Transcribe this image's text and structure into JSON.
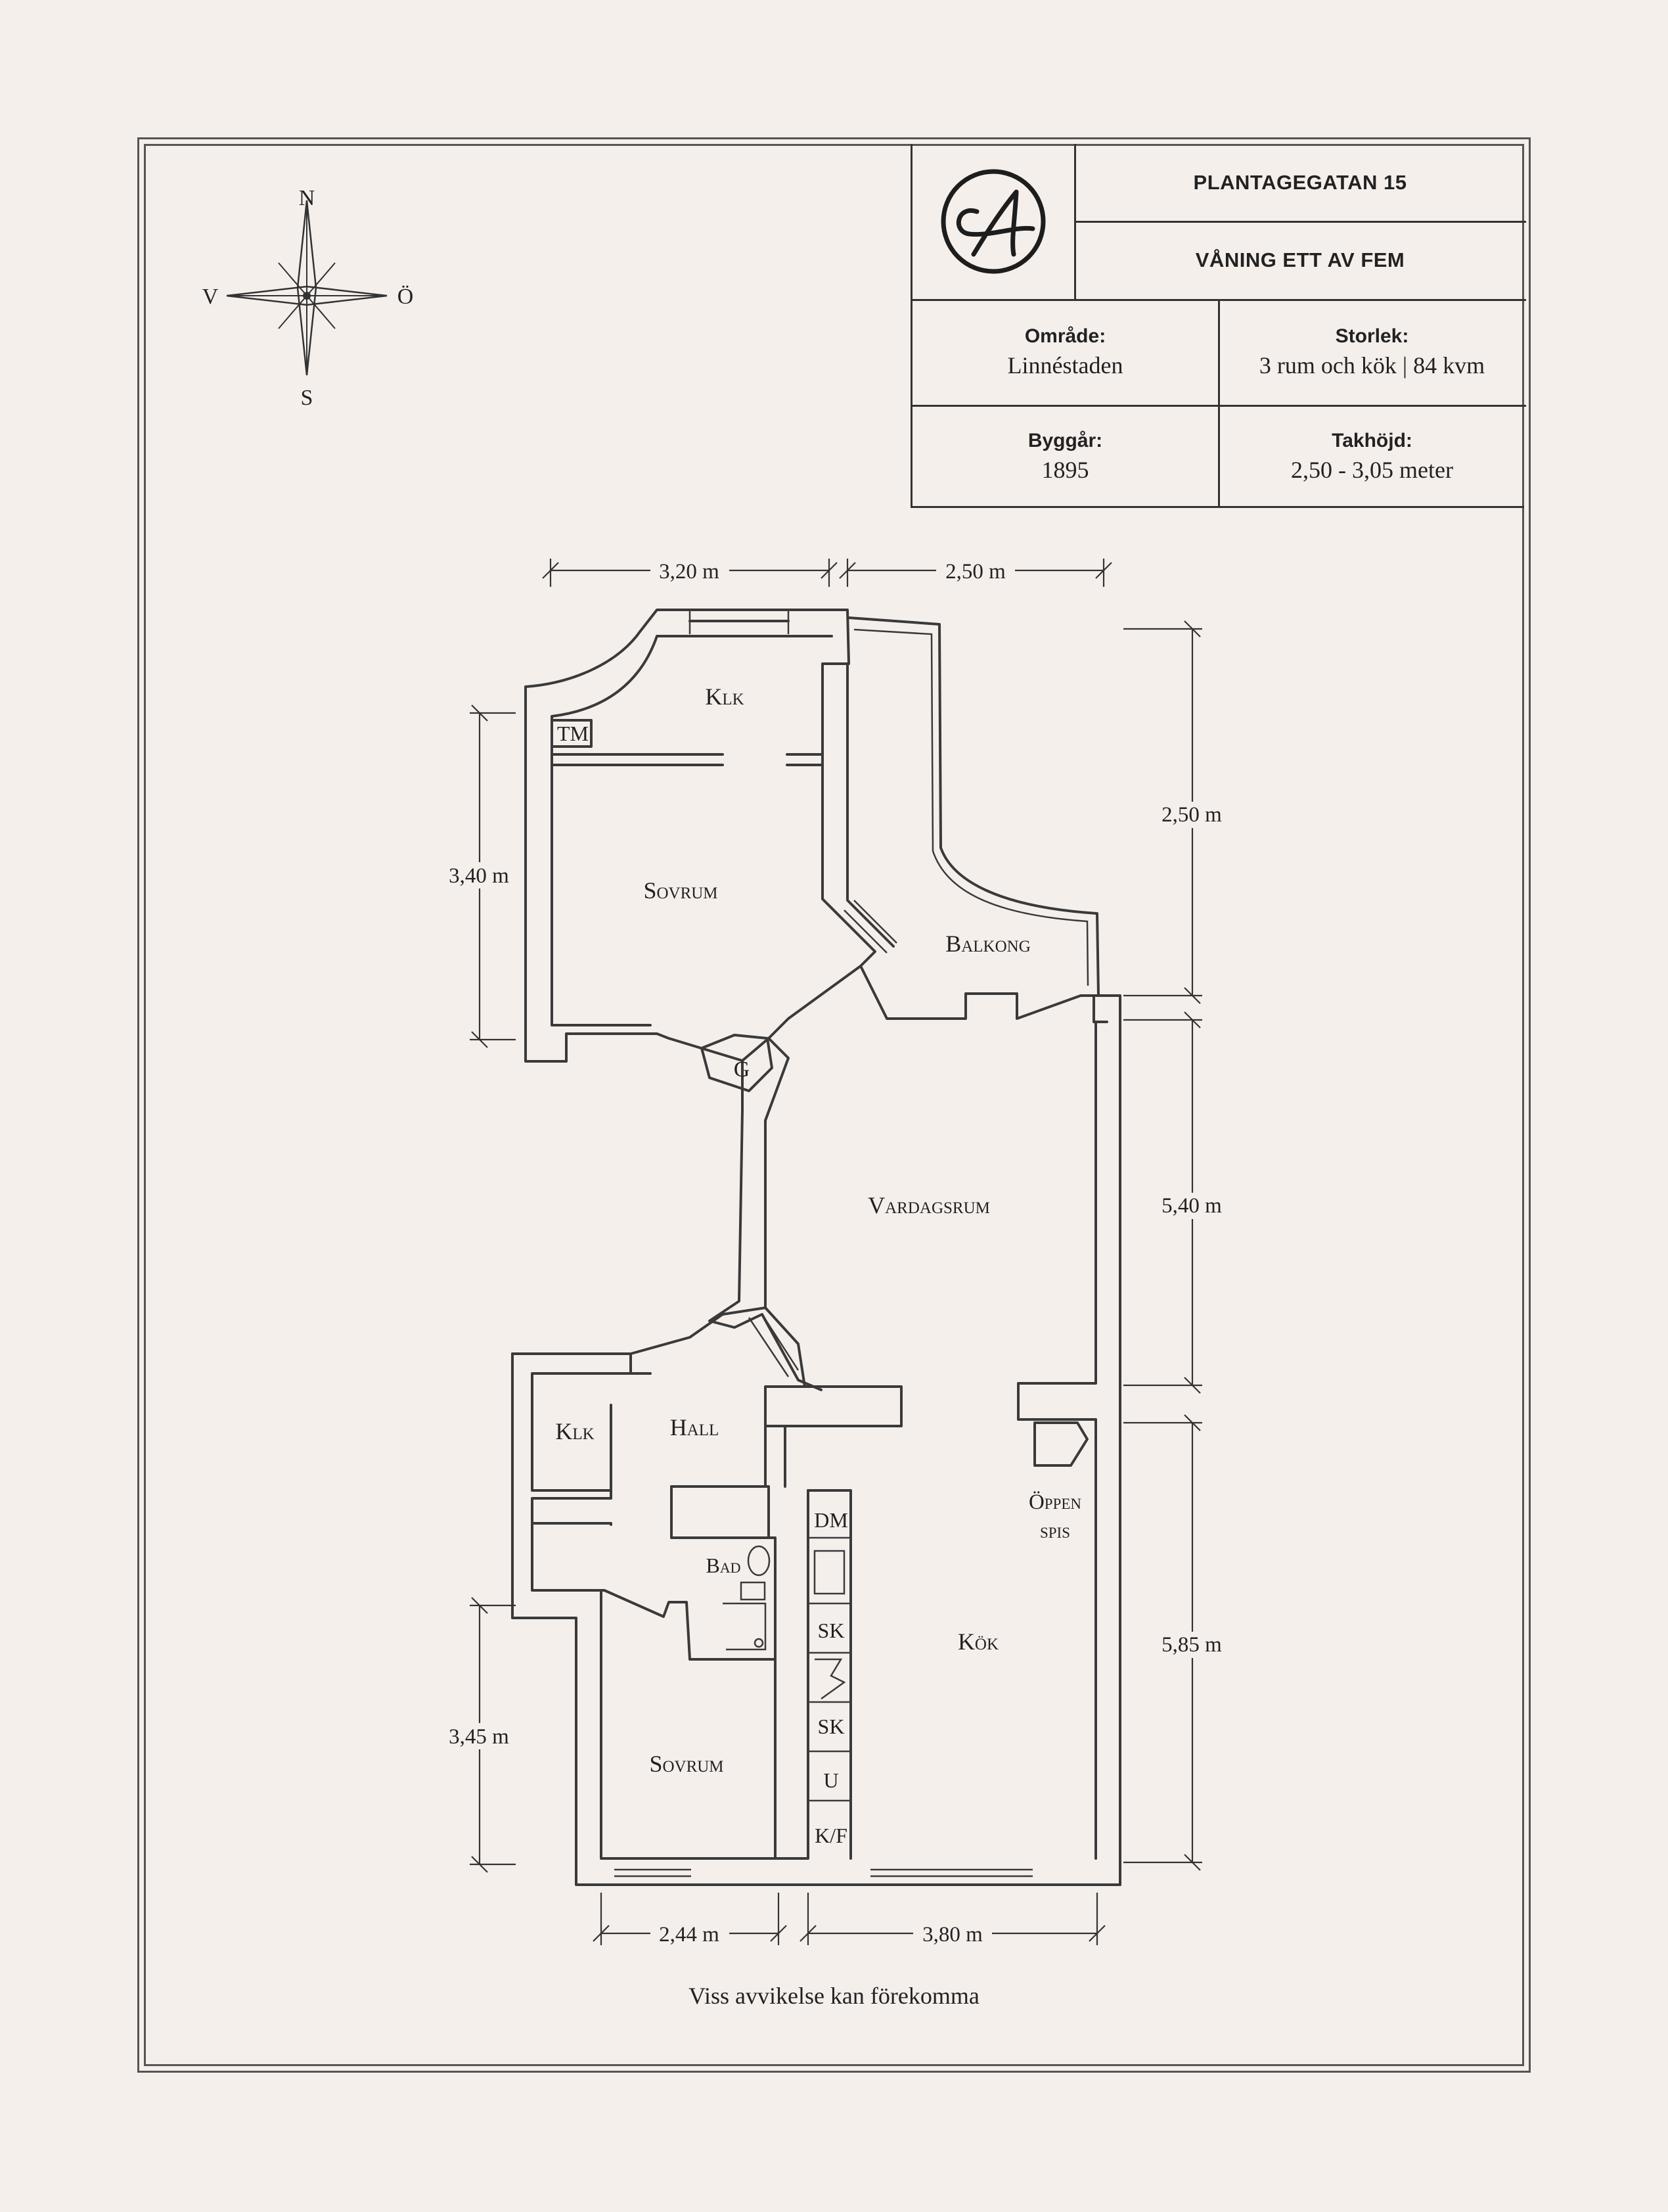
{
  "title_block": {
    "address": "PLANTAGEGATAN 15",
    "floor": "VÅNING ETT AV FEM",
    "area_label": "Område:",
    "area_value": "Linnéstaden",
    "size_label": "Storlek:",
    "size_value": "3 rum och kök | 84 kvm",
    "year_label": "Byggår:",
    "year_value": "1895",
    "height_label": "Takhöjd:",
    "height_value": "2,50 - 3,05 meter"
  },
  "compass": {
    "north": "N",
    "south": "S",
    "west": "V",
    "east": "Ö"
  },
  "rooms": {
    "klk_top": "Klk",
    "tm": "TM",
    "sovrum_top": "Sovrum",
    "balkong": "Balkong",
    "g": "G",
    "vardagsrum": "Vardagsrum",
    "hall": "Hall",
    "klk_bottom": "Klk",
    "bad": "Bad",
    "kok": "Kök",
    "oppen": "Öppen",
    "spis": "spis",
    "dm": "DM",
    "sk1": "SK",
    "sk2": "SK",
    "u": "U",
    "kf": "K/F",
    "sovrum_bottom": "Sovrum"
  },
  "dimensions": {
    "top_left": "3,20 m",
    "top_right": "2,50 m",
    "left_upper": "3,40 m",
    "left_lower": "3,45 m",
    "right_1": "2,50 m",
    "right_2": "5,40 m",
    "right_3": "5,85 m",
    "bottom_left": "2,44 m",
    "bottom_right": "3,80 m"
  },
  "disclaimer": "Viss avvikelse kan förekomma",
  "colors": {
    "background": "#f5efec",
    "ink": "#333333"
  }
}
